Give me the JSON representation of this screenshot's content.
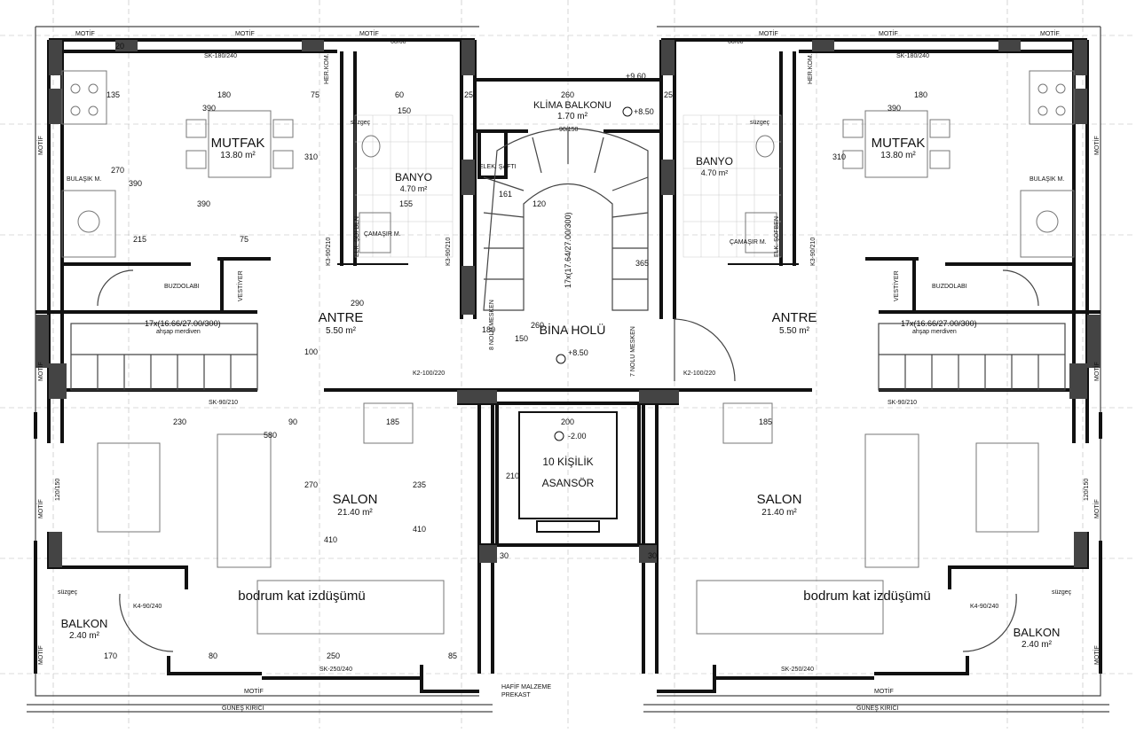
{
  "rooms": {
    "mutfak_left": {
      "name": "MUTFAK",
      "area": "13.80 m²"
    },
    "mutfak_right": {
      "name": "MUTFAK",
      "area": "13.80 m²"
    },
    "banyo_left": {
      "name": "BANYO",
      "area": "4.70 m²"
    },
    "banyo_right": {
      "name": "BANYO",
      "area": "4.70 m²"
    },
    "antre_left": {
      "name": "ANTRE",
      "area": "5.50 m²"
    },
    "antre_right": {
      "name": "ANTRE",
      "area": "5.50 m²"
    },
    "salon_left": {
      "name": "SALON",
      "area": "21.40 m²"
    },
    "salon_right": {
      "name": "SALON",
      "area": "21.40 m²"
    },
    "balkon_left": {
      "name": "BALKON",
      "area": "2.40 m²"
    },
    "balkon_right": {
      "name": "BALKON",
      "area": "2.40 m²"
    },
    "klima": {
      "name": "KLİMA BALKONU",
      "area": "1.70 m²"
    },
    "bina_holu": {
      "name": "BİNA HOLÜ"
    },
    "asansor": {
      "line1": "10 KİŞİLİK",
      "line2": "ASANSÖR"
    }
  },
  "projection_left": "bodrum kat izdüşümü",
  "projection_right": "bodrum kat izdüşümü",
  "levels": {
    "top": "+9.60",
    "klima": "+8.50",
    "hall": "+8.50",
    "lift": "-2.00"
  },
  "stair_main": "17x(17.64/27.00/300)",
  "stair_left": "17x(16.66/27.00/300)",
  "stair_right": "17x(16.66/27.00/300)",
  "stair_note_left": "ahşap merdiven",
  "stair_note_right": "ahşap merdiven",
  "meskens": {
    "left": "8 NOLU MESKEN",
    "right": "7 NOLU MESKEN"
  },
  "doors": {
    "k2_left": "K2-100/220",
    "k2_right": "K2-100/220",
    "sk90_left": "SK-90/210",
    "sk90_right": "SK-90/210",
    "sk180_left": "SK-180/240",
    "sk180_right": "SK-180/240",
    "sk250_left": "SK-250/240",
    "sk250_right": "SK-250/240",
    "k4_left": "K4-90/240",
    "k4_right": "K4-90/240",
    "k3_left": "K3-90/210",
    "k3_mid": "K3-90/210",
    "k3_right": "K3-90/210",
    "win_left": "60/60",
    "win_right": "60/60",
    "win_mid": "90/150",
    "bal_win_left": "120/150",
    "bal_win_right": "120/150"
  },
  "labels": {
    "motif": "MOTİF",
    "gunes": "GÜNEŞ KIRICI",
    "bulasik_left": "BULAŞIK M.",
    "bulasik_right": "BULAŞIK M.",
    "camasir_left": "ÇAMAŞIR M.",
    "camasir_right": "ÇAMAŞIR M.",
    "suzgec": "süzgeç",
    "buzdolabi_left": "BUZDOLABI",
    "buzdolabi_right": "BUZDOLABI",
    "vestiyer": "VESTİYER",
    "herkom": "HER.KOM.",
    "elk_sofben": "ELK. ŞOFBEN",
    "elek_safti": "ELEK. ŞAFTI",
    "hafif": "HAFİF MALZEME",
    "prekast": "PREKAST"
  },
  "dims": {
    "mut_w": "390",
    "mut_d": "180",
    "mut_h": "270",
    "mut_v": "390",
    "mut_b": "215",
    "mut_b2": "75",
    "mut_t1": "135",
    "mut_t2": "75",
    "mut_s": "310",
    "ban_w": "150",
    "ban_h": "155",
    "ban_t": "60",
    "ant_w": "290",
    "ant_h": "100",
    "sal_w": "410",
    "sal_h": "270",
    "sal_t": "580",
    "sal_a": "230",
    "sal_b": "90",
    "sal_c": "185",
    "sal_d": "235",
    "sal_e": "410",
    "bal_w": "170",
    "bal_b": "80",
    "bal_c": "250",
    "bal_d": "85",
    "klima_w": "260",
    "lift_w": "200",
    "hall_a": "180",
    "hall_b": "260",
    "hall_c": "150",
    "hall_d": "365",
    "stair_w": "120",
    "stair_v": "161",
    "lift_h": "210",
    "c20": "20",
    "c25": "25",
    "c30": "30"
  }
}
